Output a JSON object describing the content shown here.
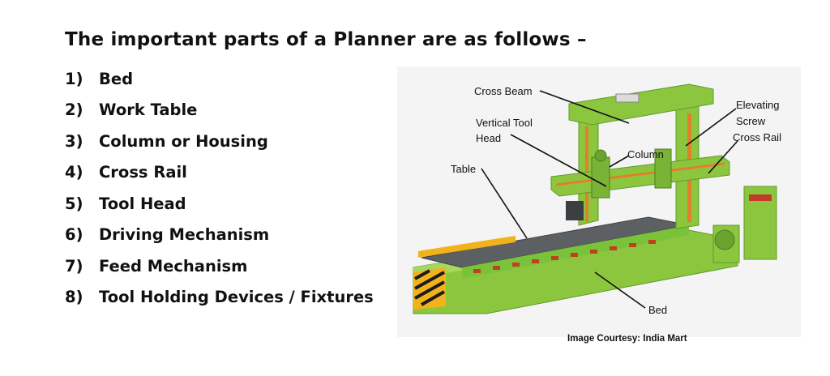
{
  "heading": "The important parts of a Planner are as follows –",
  "parts": [
    {
      "num": "1)",
      "label": "Bed"
    },
    {
      "num": "2)",
      "label": "Work Table"
    },
    {
      "num": "3)",
      "label": "Column or Housing"
    },
    {
      "num": "4)",
      "label": "Cross Rail"
    },
    {
      "num": "5)",
      "label": "Tool Head"
    },
    {
      "num": "6)",
      "label": "Driving Mechanism"
    },
    {
      "num": "7)",
      "label": "Feed Mechanism"
    },
    {
      "num": "8)",
      "label": "Tool Holding Devices / Fixtures"
    }
  ],
  "figure": {
    "labels": {
      "cross_beam": "Cross Beam",
      "vertical_tool_head_1": "Vertical Tool",
      "vertical_tool_head_2": "Head",
      "column": "Column",
      "table": "Table",
      "elevating_screw_1": "Elevating",
      "elevating_screw_2": "Screw",
      "cross_rail": "Cross Rail",
      "bed": "Bed"
    },
    "courtesy": "Image Courtesy: India Mart",
    "colors": {
      "machine_green": "#8cc63f",
      "machine_dark_green": "#5f9a2a",
      "table_gray": "#5d6063",
      "guard_yellow": "#f2b21b",
      "background": "#f4f4f4"
    }
  }
}
